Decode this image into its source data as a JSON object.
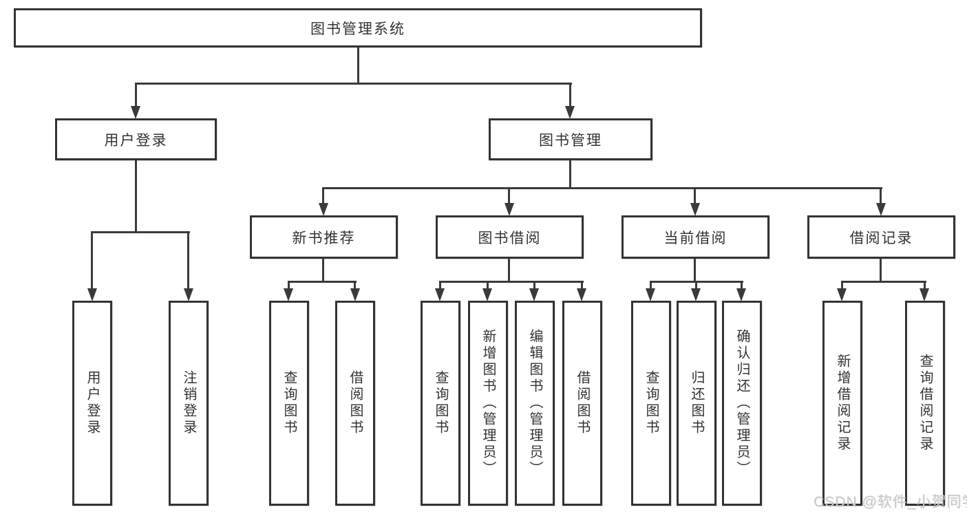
{
  "diagram": {
    "root": {
      "label": "图书管理系统"
    },
    "level2": {
      "user_login": {
        "label": "用户登录"
      },
      "book_management": {
        "label": "图书管理"
      }
    },
    "level3": {
      "new_book_rec": {
        "label": "新书推荐"
      },
      "book_borrow": {
        "label": "图书借阅"
      },
      "current_borrow": {
        "label": "当前借阅"
      },
      "borrow_record": {
        "label": "借阅记录"
      }
    },
    "leaves": {
      "user_login": [
        {
          "label": "用户登录"
        },
        {
          "label": "注销登录"
        }
      ],
      "new_book_rec": [
        {
          "label": "查询图书"
        },
        {
          "label": "借阅图书"
        }
      ],
      "book_borrow": [
        {
          "label": "查询图书"
        },
        {
          "label": "新增图书（管理员）"
        },
        {
          "label": "编辑图书（管理员）"
        },
        {
          "label": "借阅图书"
        }
      ],
      "current_borrow": [
        {
          "label": "查询图书"
        },
        {
          "label": "归还图书"
        },
        {
          "label": "确认归还（管理员）"
        }
      ],
      "borrow_record": [
        {
          "label": "新增借阅记录"
        },
        {
          "label": "查询借阅记录"
        }
      ]
    },
    "watermark": "CSDN @软件_小贺同学",
    "colors": {
      "line": "#3a3a3a",
      "border": "#333333",
      "text": "#333333",
      "watermark": "#c9c9c9",
      "background": "#ffffff"
    }
  }
}
